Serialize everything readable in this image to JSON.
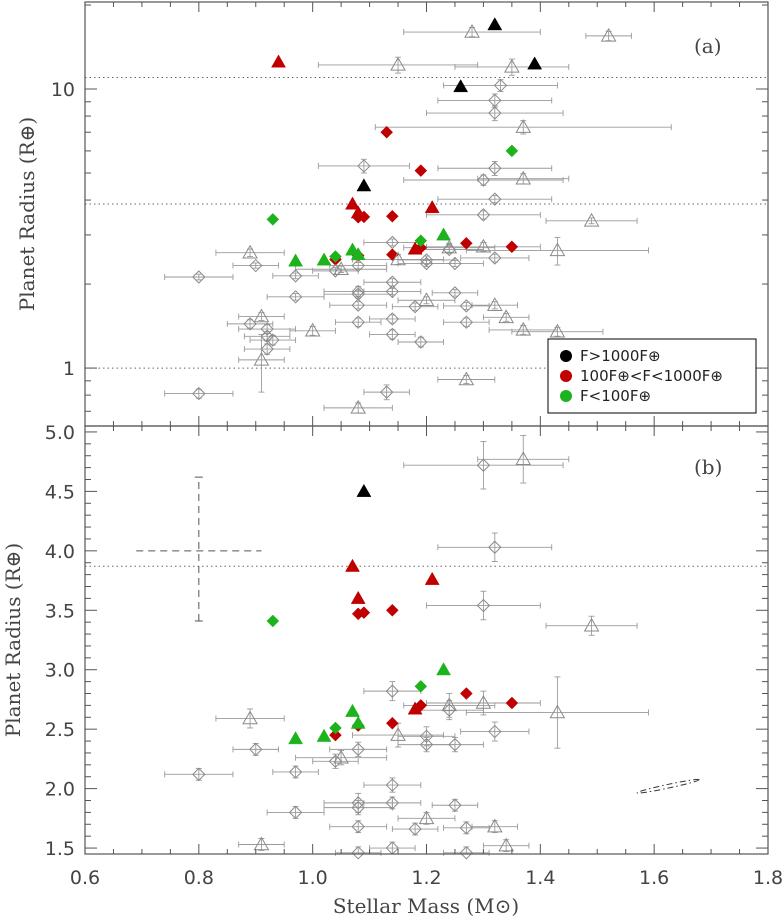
{
  "chart_data": [
    {
      "type": "scatter",
      "panel": "(a)",
      "ylabel": "Planet Radius (R⊕)",
      "yscale": "log",
      "ylim": [
        0.62,
        20.5
      ],
      "xlim": [
        0.6,
        1.8
      ],
      "y_tick_labels": [
        {
          "value": 1,
          "label": "1"
        },
        {
          "value": 10,
          "label": "10"
        }
      ],
      "hlines": [
        1.0,
        3.87,
        11.0
      ],
      "legend": {
        "position": "lower-right",
        "entries": [
          {
            "label": "F>1000F⊕",
            "color": "#000000"
          },
          {
            "label": "100F⊕<F<1000F⊕",
            "color": "#c00000"
          },
          {
            "label": "F<100F⊕",
            "color": "#1db31d"
          }
        ]
      },
      "series": [
        {
          "name": "F>1000F⊕",
          "color": "#000000",
          "points": [
            {
              "x": 1.32,
              "y": 17.0,
              "m": "tri"
            },
            {
              "x": 1.39,
              "y": 12.3,
              "m": "tri"
            },
            {
              "x": 1.26,
              "y": 10.2,
              "m": "tri"
            },
            {
              "x": 1.09,
              "y": 4.5,
              "m": "tri"
            }
          ]
        },
        {
          "name": "100F⊕<F<1000F⊕",
          "color": "#c00000",
          "points": [
            {
              "x": 0.94,
              "y": 12.5,
              "m": "tri"
            },
            {
              "x": 1.13,
              "y": 7.0,
              "m": "dia"
            },
            {
              "x": 1.19,
              "y": 5.1,
              "m": "dia"
            },
            {
              "x": 1.07,
              "y": 3.87,
              "m": "tri"
            },
            {
              "x": 1.08,
              "y": 3.6,
              "m": "tri"
            },
            {
              "x": 1.09,
              "y": 3.48,
              "m": "dia"
            },
            {
              "x": 1.14,
              "y": 3.5,
              "m": "dia"
            },
            {
              "x": 1.21,
              "y": 3.76,
              "m": "tri"
            },
            {
              "x": 1.08,
              "y": 3.47,
              "m": "dia"
            },
            {
              "x": 1.27,
              "y": 2.8,
              "m": "dia"
            },
            {
              "x": 1.35,
              "y": 2.72,
              "m": "dia"
            },
            {
              "x": 1.18,
              "y": 2.67,
              "m": "tri"
            },
            {
              "x": 1.19,
              "y": 2.7,
              "m": "dia"
            },
            {
              "x": 1.14,
              "y": 2.55,
              "m": "dia"
            },
            {
              "x": 1.08,
              "y": 2.53,
              "m": "dia"
            },
            {
              "x": 1.04,
              "y": 2.45,
              "m": "dia"
            }
          ]
        },
        {
          "name": "F<100F⊕",
          "color": "#1db31d",
          "points": [
            {
              "x": 1.35,
              "y": 6.0,
              "m": "dia"
            },
            {
              "x": 0.93,
              "y": 3.41,
              "m": "dia"
            },
            {
              "x": 1.23,
              "y": 3.0,
              "m": "tri"
            },
            {
              "x": 1.19,
              "y": 2.86,
              "m": "dia"
            },
            {
              "x": 1.07,
              "y": 2.65,
              "m": "tri"
            },
            {
              "x": 1.08,
              "y": 2.55,
              "m": "tri"
            },
            {
              "x": 1.04,
              "y": 2.51,
              "m": "dia"
            },
            {
              "x": 1.02,
              "y": 2.44,
              "m": "tri"
            },
            {
              "x": 0.97,
              "y": 2.42,
              "m": "tri"
            }
          ]
        },
        {
          "name": "",
          "color": "#8a8a8a",
          "open": true,
          "points": [
            {
              "x": 1.28,
              "y": 16.0,
              "m": "tri",
              "xe": 0.12,
              "ye": 0.6
            },
            {
              "x": 1.52,
              "y": 15.5,
              "m": "tri",
              "xe": 0.04,
              "ye": 0.6
            },
            {
              "x": 1.15,
              "y": 12.2,
              "m": "tri",
              "xe": 0.14,
              "ye": 0.8
            },
            {
              "x": 1.35,
              "y": 12.0,
              "m": "tri",
              "xe": 0.1,
              "ye": 0.8
            },
            {
              "x": 1.33,
              "y": 10.3,
              "m": "dia",
              "xe": 0.1,
              "ye": 0.5
            },
            {
              "x": 1.32,
              "y": 9.1,
              "m": "dia",
              "xe": 0.1,
              "ye": 0.5
            },
            {
              "x": 1.32,
              "y": 8.2,
              "m": "dia",
              "xe": 0.12,
              "ye": 0.5
            },
            {
              "x": 1.37,
              "y": 7.3,
              "m": "tri",
              "xe": 0.26,
              "ye": 0.4
            },
            {
              "x": 1.09,
              "y": 5.3,
              "m": "dia",
              "xe": 0.08,
              "ye": 0.3
            },
            {
              "x": 1.32,
              "y": 5.2,
              "m": "dia",
              "xe": 0.1,
              "ye": 0.3
            },
            {
              "x": 1.3,
              "y": 4.72,
              "m": "dia",
              "xe": 0.14,
              "ye": 0.2
            },
            {
              "x": 1.37,
              "y": 4.77,
              "m": "tri",
              "xe": 0.08,
              "ye": 0.2
            },
            {
              "x": 1.32,
              "y": 4.03,
              "m": "dia",
              "xe": 0.1,
              "ye": 0.12
            },
            {
              "x": 1.3,
              "y": 3.54,
              "m": "dia",
              "xe": 0.1,
              "ye": 0.12
            },
            {
              "x": 1.49,
              "y": 3.37,
              "m": "tri",
              "xe": 0.08,
              "ye": 0.08
            },
            {
              "x": 1.43,
              "y": 2.64,
              "m": "tri",
              "xe": 0.16,
              "ye": 0.3
            },
            {
              "x": 1.3,
              "y": 2.72,
              "m": "tri",
              "xe": 0.1,
              "ye": 0.1
            },
            {
              "x": 1.24,
              "y": 2.7,
              "m": "tri",
              "xe": 0.08,
              "ye": 0.1
            },
            {
              "x": 1.24,
              "y": 2.66,
              "m": "dia",
              "xe": 0.06,
              "ye": 0.08
            },
            {
              "x": 1.14,
              "y": 2.82,
              "m": "dia",
              "xe": 0.05,
              "ye": 0.08
            },
            {
              "x": 1.2,
              "y": 2.44,
              "m": "dia",
              "xe": 0.05,
              "ye": 0.08
            },
            {
              "x": 1.15,
              "y": 2.45,
              "m": "tri",
              "xe": 0.08,
              "ye": 0.1
            },
            {
              "x": 1.32,
              "y": 2.48,
              "m": "dia",
              "xe": 0.06,
              "ye": 0.08
            },
            {
              "x": 1.25,
              "y": 2.37,
              "m": "dia",
              "xe": 0.05,
              "ye": 0.06
            },
            {
              "x": 1.2,
              "y": 2.37,
              "m": "dia",
              "xe": 0.05,
              "ye": 0.06
            },
            {
              "x": 1.08,
              "y": 2.33,
              "m": "dia",
              "xe": 0.05,
              "ye": 0.06
            },
            {
              "x": 1.05,
              "y": 2.26,
              "m": "tri",
              "xe": 0.08,
              "ye": 0.06
            },
            {
              "x": 1.04,
              "y": 2.23,
              "m": "dia",
              "xe": 0.04,
              "ye": 0.06
            },
            {
              "x": 0.89,
              "y": 2.59,
              "m": "tri",
              "xe": 0.06,
              "ye": 0.08
            },
            {
              "x": 0.9,
              "y": 2.33,
              "m": "dia",
              "xe": 0.04,
              "ye": 0.05
            },
            {
              "x": 0.97,
              "y": 2.14,
              "m": "dia",
              "xe": 0.04,
              "ye": 0.05
            },
            {
              "x": 0.8,
              "y": 2.12,
              "m": "dia",
              "xe": 0.06,
              "ye": 0.05
            },
            {
              "x": 1.14,
              "y": 2.03,
              "m": "dia",
              "xe": 0.05,
              "ye": 0.06
            },
            {
              "x": 1.08,
              "y": 1.88,
              "m": "dia",
              "xe": 0.06,
              "ye": 0.08
            },
            {
              "x": 1.08,
              "y": 1.84,
              "m": "dia",
              "xe": 0.06,
              "ye": 0.06
            },
            {
              "x": 1.14,
              "y": 1.88,
              "m": "dia",
              "xe": 0.05,
              "ye": 0.05
            },
            {
              "x": 1.25,
              "y": 1.86,
              "m": "dia",
              "xe": 0.04,
              "ye": 0.05
            },
            {
              "x": 0.97,
              "y": 1.8,
              "m": "dia",
              "xe": 0.05,
              "ye": 0.05
            },
            {
              "x": 1.2,
              "y": 1.75,
              "m": "tri",
              "xe": 0.05,
              "ye": 0.05
            },
            {
              "x": 1.08,
              "y": 1.68,
              "m": "dia",
              "xe": 0.05,
              "ye": 0.05
            },
            {
              "x": 1.18,
              "y": 1.66,
              "m": "dia",
              "xe": 0.04,
              "ye": 0.05
            },
            {
              "x": 1.27,
              "y": 1.67,
              "m": "dia",
              "xe": 0.04,
              "ye": 0.05
            },
            {
              "x": 1.32,
              "y": 1.68,
              "m": "tri",
              "xe": 0.04,
              "ye": 0.05
            },
            {
              "x": 0.91,
              "y": 1.53,
              "m": "tri",
              "xe": 0.04,
              "ye": 0.05
            },
            {
              "x": 1.34,
              "y": 1.52,
              "m": "tri",
              "xe": 0.04,
              "ye": 0.05
            },
            {
              "x": 1.14,
              "y": 1.5,
              "m": "dia",
              "xe": 0.04,
              "ye": 0.05
            },
            {
              "x": 1.08,
              "y": 1.46,
              "m": "dia",
              "xe": 0.04,
              "ye": 0.05
            },
            {
              "x": 1.27,
              "y": 1.46,
              "m": "dia",
              "xe": 0.04,
              "ye": 0.05
            },
            {
              "x": 0.89,
              "y": 1.44,
              "m": "dia",
              "xe": 0.04,
              "ye": 0.05
            },
            {
              "x": 0.92,
              "y": 1.38,
              "m": "dia",
              "xe": 0.05,
              "ye": 0.05
            },
            {
              "x": 1.0,
              "y": 1.36,
              "m": "tri",
              "xe": 0.04,
              "ye": 0.05
            },
            {
              "x": 1.37,
              "y": 1.37,
              "m": "tri",
              "xe": 0.06,
              "ye": 0.05
            },
            {
              "x": 1.43,
              "y": 1.35,
              "m": "tri",
              "xe": 0.08,
              "ye": 0.05
            },
            {
              "x": 0.92,
              "y": 1.3,
              "m": "dia",
              "xe": 0.04,
              "ye": 0.05
            },
            {
              "x": 1.14,
              "y": 1.32,
              "m": "dia",
              "xe": 0.04,
              "ye": 0.05
            },
            {
              "x": 0.93,
              "y": 1.26,
              "m": "dia",
              "xe": 0.04,
              "ye": 0.05
            },
            {
              "x": 1.19,
              "y": 1.24,
              "m": "dia",
              "xe": 0.04,
              "ye": 0.05
            },
            {
              "x": 0.92,
              "y": 1.17,
              "m": "dia",
              "xe": 0.04,
              "ye": 0.05
            },
            {
              "x": 0.91,
              "y": 1.07,
              "m": "tri",
              "xe": 0.04,
              "ye": 0.25
            },
            {
              "x": 1.27,
              "y": 0.91,
              "m": "tri",
              "xe": 0.05,
              "ye": 0.03
            },
            {
              "x": 0.8,
              "y": 0.81,
              "m": "dia",
              "xe": 0.06,
              "ye": 0.03
            },
            {
              "x": 1.13,
              "y": 0.82,
              "m": "dia",
              "xe": 0.04,
              "ye": 0.05
            },
            {
              "x": 1.08,
              "y": 0.72,
              "m": "tri",
              "xe": 0.06,
              "ye": 0.03
            }
          ]
        }
      ]
    },
    {
      "type": "scatter",
      "panel": "(b)",
      "xlabel": "Stellar Mass (M⊙)",
      "ylabel": "Planet Radius (R⊕)",
      "yscale": "linear",
      "ylim": [
        1.45,
        5.05
      ],
      "xlim": [
        0.6,
        1.8
      ],
      "y_tick_labels": [
        {
          "value": 1.5,
          "label": "1.5"
        },
        {
          "value": 2.0,
          "label": "2.0"
        },
        {
          "value": 2.5,
          "label": "2.5"
        },
        {
          "value": 3.0,
          "label": "3.0"
        },
        {
          "value": 3.5,
          "label": "3.5"
        },
        {
          "value": 4.0,
          "label": "4.0"
        },
        {
          "value": 4.5,
          "label": "4.5"
        },
        {
          "value": 5.0,
          "label": "5.0"
        }
      ],
      "x_tick_labels": [
        {
          "value": 0.6,
          "label": "0.6"
        },
        {
          "value": 0.8,
          "label": "0.8"
        },
        {
          "value": 1.0,
          "label": "1.0"
        },
        {
          "value": 1.2,
          "label": "1.2"
        },
        {
          "value": 1.4,
          "label": "1.4"
        },
        {
          "value": 1.6,
          "label": "1.6"
        },
        {
          "value": 1.8,
          "label": "1.8"
        }
      ],
      "hlines": [
        3.87
      ],
      "typical_error_cross": {
        "x": 0.8,
        "y": 4.0,
        "x_low": 0.69,
        "x_high": 0.91,
        "y_low": 3.41,
        "y_high": 4.62
      },
      "error_ellipse": {
        "x": 1.6,
        "y": 2.02,
        "x_halfwidth": 0.09,
        "y_halfwidth": 0.07,
        "tilt_deg": -12
      }
    }
  ]
}
